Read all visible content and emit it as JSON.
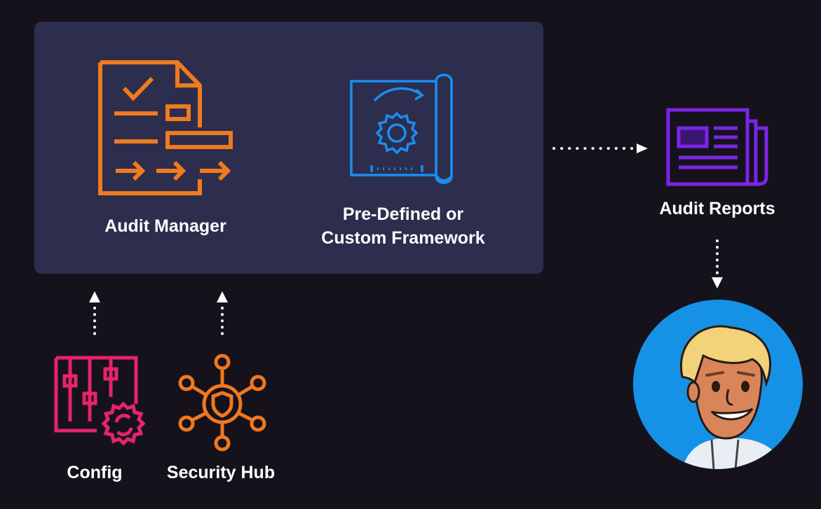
{
  "nodes": {
    "audit_manager": "Audit Manager",
    "framework_line1": "Pre-Defined or",
    "framework_line2": "Custom Framework",
    "audit_reports": "Audit Reports",
    "config": "Config",
    "security_hub": "Security Hub"
  },
  "icons": {
    "audit_manager": "audit-manager-document-icon",
    "framework": "framework-blueprint-gear-icon",
    "audit_reports": "newspaper-report-icon",
    "config": "config-sliders-gear-icon",
    "security_hub": "security-hub-shield-network-icon",
    "user": "user-avatar"
  },
  "colors": {
    "background": "#15121c",
    "panel": "#2d2d4d",
    "audit_manager": "#f07a1e",
    "framework": "#1a8ef0",
    "audit_reports": "#7b25e6",
    "config": "#e6236b",
    "security_hub": "#f0781e",
    "avatar_bg": "#1592e6"
  }
}
